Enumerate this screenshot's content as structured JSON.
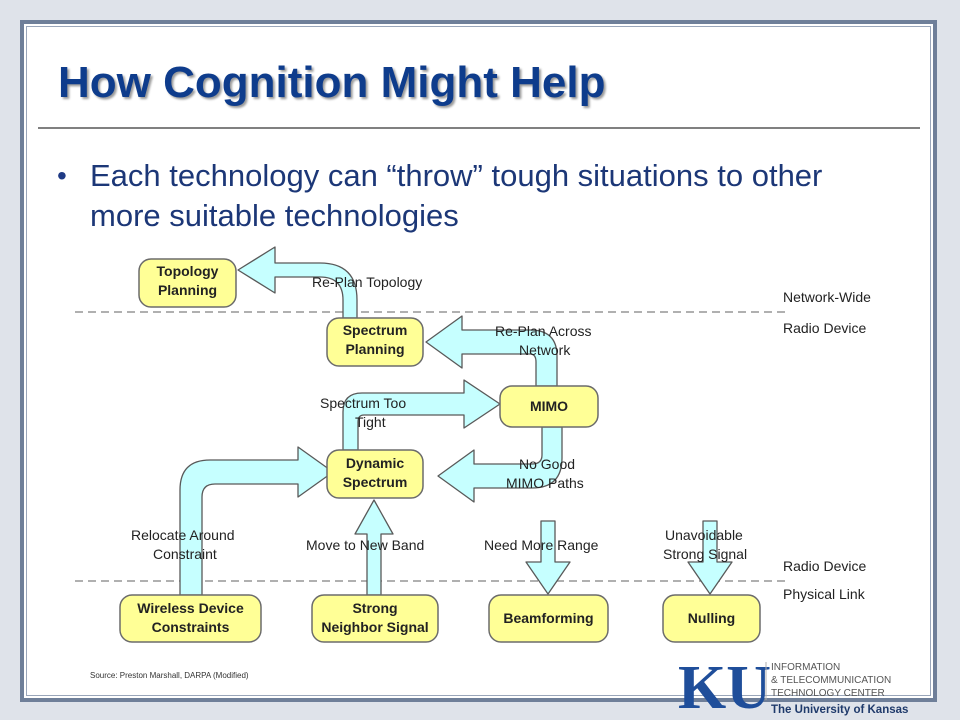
{
  "slide": {
    "title": "How Cognition Might Help",
    "bullet": "Each technology can “throw” tough situations to other more suitable technologies",
    "source": "Source: Preston Marshall, DARPA (Modified)"
  },
  "layers": {
    "network_wide": "Network-Wide",
    "radio_device_top": "Radio Device",
    "radio_device_bottom": "Radio Device",
    "physical_link": "Physical Link"
  },
  "nodes": {
    "topology_planning": [
      "Topology",
      "Planning"
    ],
    "spectrum_planning": [
      "Spectrum",
      "Planning"
    ],
    "mimo": [
      "MIMO"
    ],
    "dynamic_spectrum": [
      "Dynamic",
      "Spectrum"
    ],
    "wireless_device_constraints": [
      "Wireless Device",
      "Constraints"
    ],
    "strong_neighbor_signal": [
      "Strong",
      "Neighbor Signal"
    ],
    "beamforming": [
      "Beamforming"
    ],
    "nulling": [
      "Nulling"
    ]
  },
  "edge_labels": {
    "replan_topology": [
      "Re-Plan Topology"
    ],
    "replan_across_network": [
      "Re-Plan Across",
      "Network"
    ],
    "spectrum_too_tight": [
      "Spectrum Too",
      "Tight"
    ],
    "no_good_mimo_paths": [
      "No Good",
      "MIMO Paths"
    ],
    "relocate_around_constraint": [
      "Relocate Around",
      "Constraint"
    ],
    "move_to_new_band": [
      "Move to New Band"
    ],
    "need_more_range": [
      "Need More Range"
    ],
    "unavoidable_strong_signal": [
      "Unavoidable",
      "Strong Signal"
    ]
  },
  "logo": {
    "letters": "KU",
    "line1": "INFORMATION",
    "line2": "& TELECOMMUNICATION",
    "line3": "TECHNOLOGY CENTER",
    "university": "The University of Kansas"
  },
  "colors": {
    "title": "#0e3c8c",
    "node_fill": "#ffff96",
    "arrow_fill": "#c6ffff",
    "logo_blue": "#1f4e9a"
  }
}
